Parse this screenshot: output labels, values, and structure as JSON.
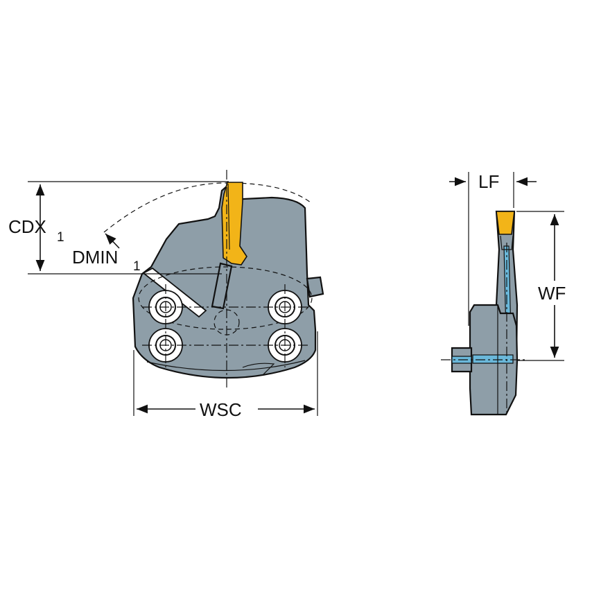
{
  "dimensions": {
    "cdx": {
      "label": "CDX",
      "sub": "1"
    },
    "dmin": {
      "label": "DMIN",
      "sub": "1"
    },
    "wsc": {
      "label": "WSC"
    },
    "lf": {
      "label": "LF"
    },
    "wf": {
      "label": "WF"
    }
  },
  "colors": {
    "body": "#8e9ea8",
    "insert": "#f2b418",
    "coolant": "#6ab8da",
    "outline": "#111111"
  }
}
